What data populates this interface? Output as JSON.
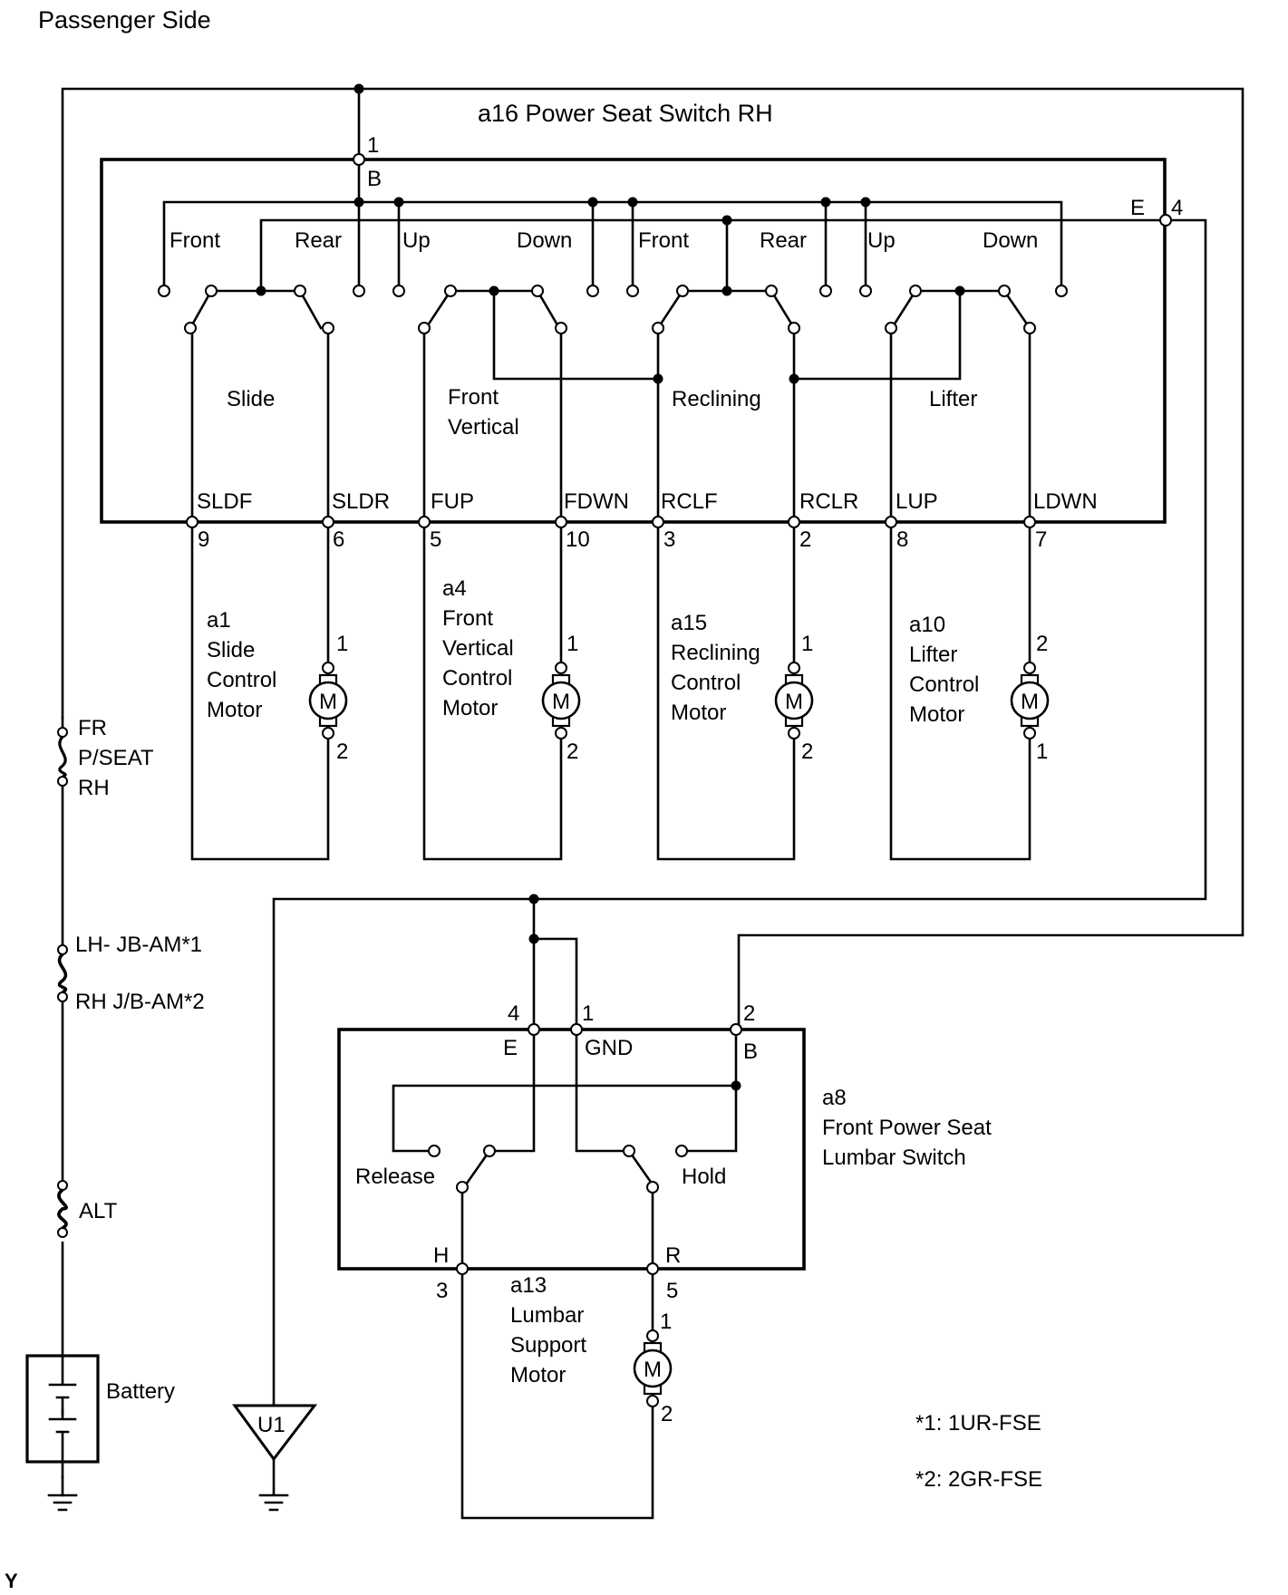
{
  "header": {
    "title": "Passenger Side"
  },
  "corner_mark": "Y",
  "power_seat_switch": {
    "title": "a16 Power Seat Switch RH",
    "pins": [
      {
        "id": "b",
        "name": "B",
        "num": "1"
      },
      {
        "id": "e",
        "name": "E",
        "num": "4"
      },
      {
        "id": "sldf",
        "name": "SLDF",
        "num": "9"
      },
      {
        "id": "sldr",
        "name": "SLDR",
        "num": "6"
      },
      {
        "id": "fup",
        "name": "FUP",
        "num": "5"
      },
      {
        "id": "fdwn",
        "name": "FDWN",
        "num": "10"
      },
      {
        "id": "rclf",
        "name": "RCLF",
        "num": "3"
      },
      {
        "id": "rclr",
        "name": "RCLR",
        "num": "2"
      },
      {
        "id": "lup",
        "name": "LUP",
        "num": "8"
      },
      {
        "id": "ldwn",
        "name": "LDWN",
        "num": "7"
      }
    ],
    "contacts": [
      "Front",
      "Rear",
      "Up",
      "Down",
      "Front",
      "Rear",
      "Up",
      "Down"
    ],
    "sections": [
      "Slide",
      "Front Vertical",
      "Reclining",
      "Lifter"
    ]
  },
  "motors": [
    {
      "id": "a1",
      "code": "a1",
      "lines": [
        "Slide",
        "Control",
        "Motor"
      ],
      "top_pin": "1",
      "bottom_pin": "2"
    },
    {
      "id": "a4",
      "code": "a4",
      "lines": [
        "Front",
        "Vertical",
        "Control",
        "Motor"
      ],
      "top_pin": "1",
      "bottom_pin": "2"
    },
    {
      "id": "a15",
      "code": "a15",
      "lines": [
        "Reclining",
        "Control",
        "Motor"
      ],
      "top_pin": "1",
      "bottom_pin": "2"
    },
    {
      "id": "a10",
      "code": "a10",
      "lines": [
        "Lifter",
        "Control",
        "Motor"
      ],
      "top_pin": "2",
      "bottom_pin": "1"
    }
  ],
  "motor_symbol": "M",
  "fuses": [
    {
      "id": "fr",
      "lines": [
        "FR",
        "P/SEAT",
        "RH"
      ]
    },
    {
      "id": "am",
      "lines": [
        "LH- JB-AM*1",
        "RH J/B-AM*2"
      ]
    },
    {
      "id": "alt",
      "lines": [
        "ALT"
      ]
    }
  ],
  "battery": "Battery",
  "ground_point": "U1",
  "lumbar_switch": {
    "code": "a8",
    "lines": [
      "Front Power Seat",
      "Lumbar Switch"
    ],
    "pins": [
      {
        "id": "e",
        "name": "E",
        "num": "4"
      },
      {
        "id": "gnd",
        "name": "GND",
        "num": "1"
      },
      {
        "id": "b",
        "name": "B",
        "num": "2"
      },
      {
        "id": "h",
        "name": "H",
        "num": "3"
      },
      {
        "id": "r",
        "name": "R",
        "num": "5"
      }
    ],
    "contacts": [
      "Release",
      "Hold"
    ]
  },
  "lumbar_motor": {
    "code": "a13",
    "lines": [
      "Lumbar",
      "Support",
      "Motor"
    ],
    "top_pin": "1",
    "bottom_pin": "2"
  },
  "notes": [
    "*1: 1UR-FSE",
    "*2: 2GR-FSE"
  ]
}
